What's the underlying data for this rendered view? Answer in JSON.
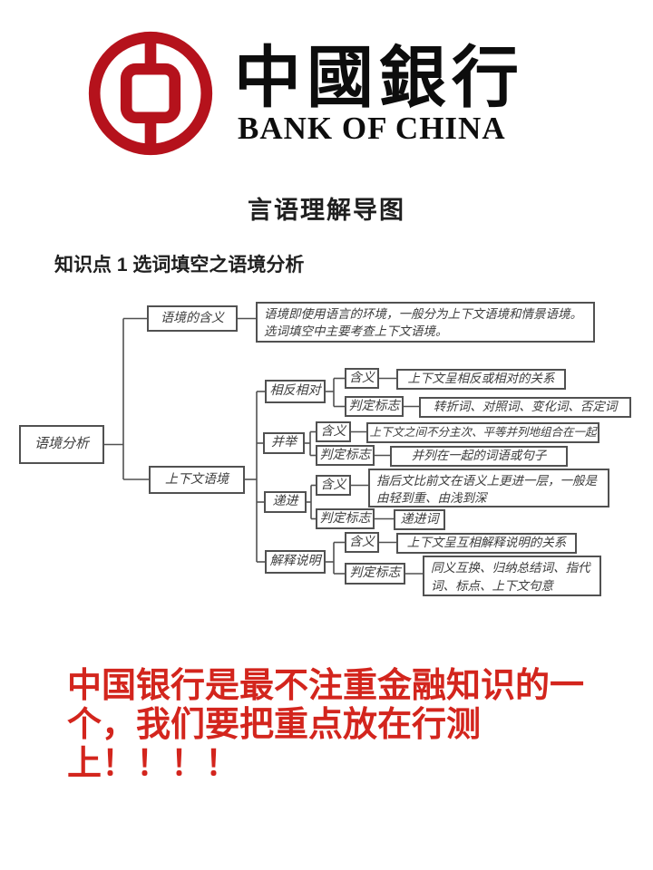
{
  "logo": {
    "name_cn": "中國銀行",
    "name_en": "BANK OF CHINA",
    "brand_red": "#b5121c"
  },
  "page": {
    "title": "言语理解导图",
    "section_heading": "知识点 1 选词填空之语境分析"
  },
  "mindmap": {
    "root": "语境分析",
    "meaning": {
      "label": "语境的含义",
      "desc": "语境即使用语言的环境，一般分为上下文语境和情景语境。选词填空中主要考查上下文语境。"
    },
    "context": {
      "label": "上下文语境",
      "branches": [
        {
          "label": "相反相对",
          "meaning_label": "含义",
          "meaning_desc": "上下文呈相反或相对的关系",
          "mark_label": "判定标志",
          "mark_desc": "转折词、对照词、变化词、否定词"
        },
        {
          "label": "并举",
          "meaning_label": "含义",
          "meaning_desc": "上下文之间不分主次、平等并列地组合在一起",
          "mark_label": "判定标志",
          "mark_desc": "并列在一起的词语或句子"
        },
        {
          "label": "递进",
          "meaning_label": "含义",
          "meaning_desc": "指后文比前文在语义上更进一层，一般是由轻到重、由浅到深",
          "mark_label": "判定标志",
          "mark_desc": "递进词"
        },
        {
          "label": "解释说明",
          "meaning_label": "含义",
          "meaning_desc": "上下文呈互相解释说明的关系",
          "mark_label": "判定标志",
          "mark_desc": "同义互换、归纳总结词、指代词、标点、上下文句意"
        }
      ]
    }
  },
  "note": {
    "color": "#d3251d",
    "lines": [
      "中国银行是最不注重金融知识的一",
      "个，我们要把重点放在行测",
      "上！！！！"
    ]
  }
}
